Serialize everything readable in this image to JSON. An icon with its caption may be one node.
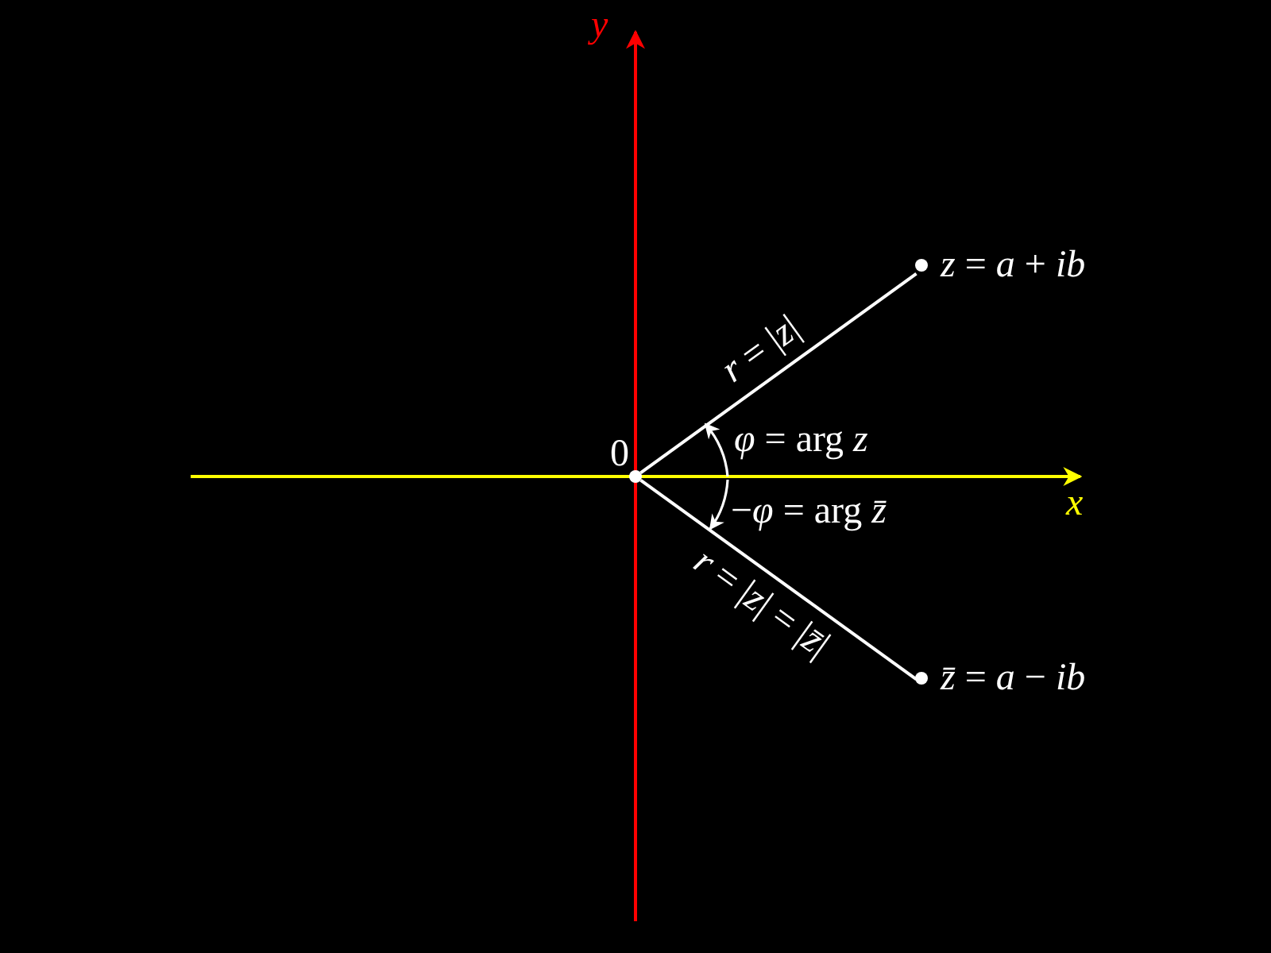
{
  "diagram": {
    "nodes": [
      {
        "text": [
          "0"
        ]
      },
      {
        "text": [
          "*z* = *a* + *ib*"
        ]
      },
      {
        "text": [
          "*z̄* = *a* − *ib*"
        ]
      }
    ],
    "edges": [
      {
        "from": 0,
        "to": 1,
        "arrow": "none",
        "label": "*r* = |*z*|"
      },
      {
        "from": 0,
        "to": 2,
        "arrow": "none",
        "label": "*r* = |*z*| = |*z̄*|"
      }
    ],
    "labels": [
      "*y*",
      "*x*",
      "*φ* = arg *z*",
      "−*φ* = arg *z̄*"
    ]
  }
}
